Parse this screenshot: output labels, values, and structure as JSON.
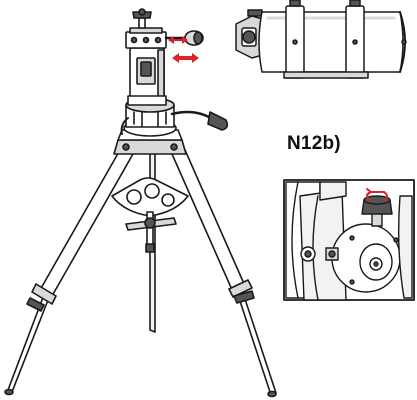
{
  "figure": {
    "step_label": "N12b)",
    "colors": {
      "line": "#1a1a1a",
      "fill": "#ffffff",
      "shade": "#d9d9d9",
      "dark": "#555555",
      "arrow": "#d8262c"
    },
    "icons": [
      "tripod-mount-illustration",
      "telescope-tube-illustration",
      "detail-inset-illustration",
      "double-arrow-icon",
      "rotate-arrow-icon"
    ]
  }
}
